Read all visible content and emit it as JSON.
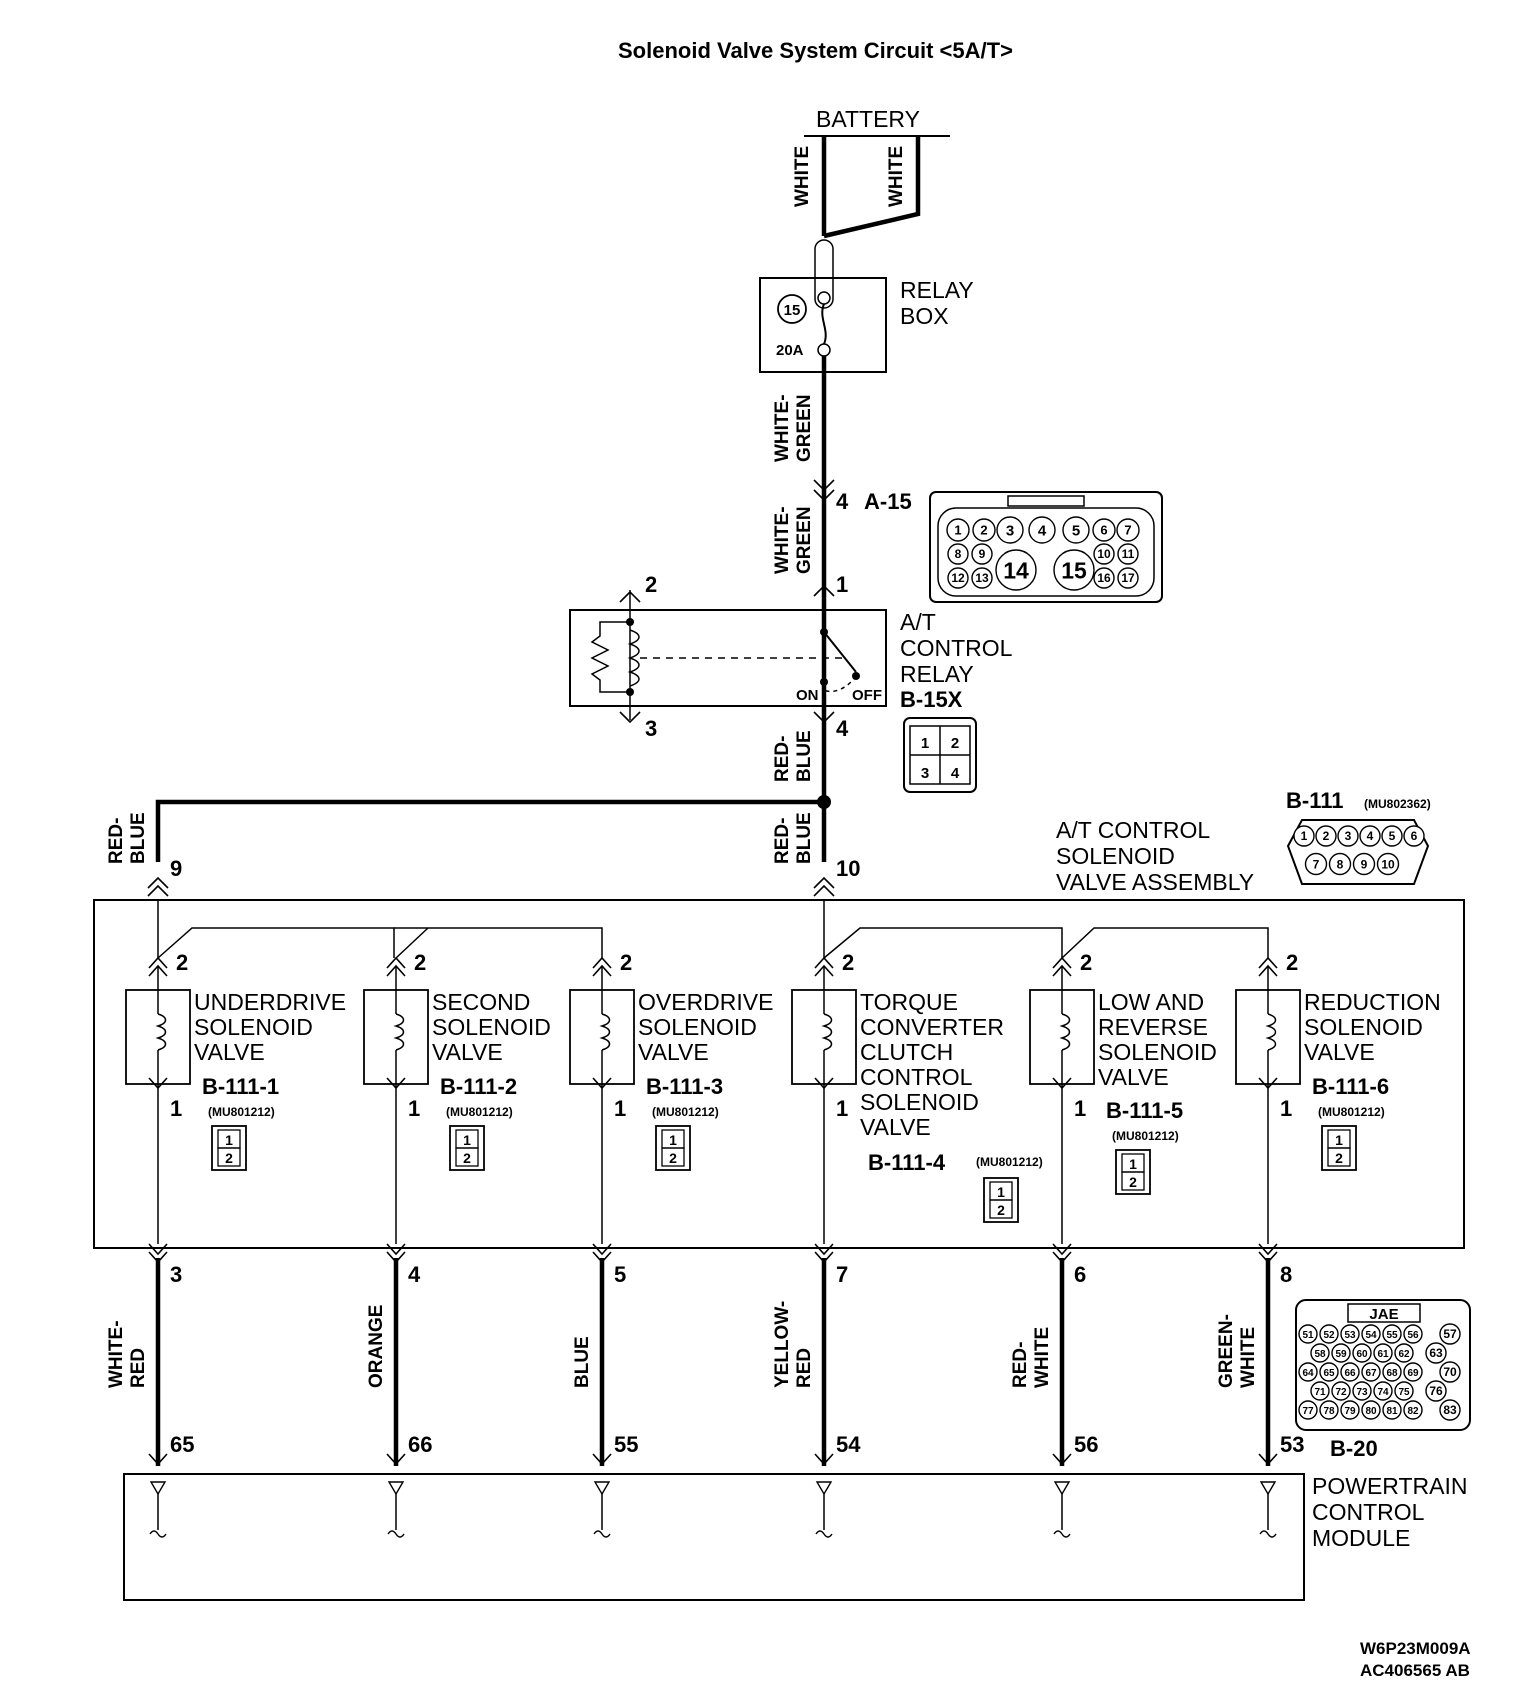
{
  "title": "Solenoid Valve System Circuit  <5A/T>",
  "battery": {
    "label": "BATTERY",
    "wire_left": "WHITE",
    "wire_right": "WHITE"
  },
  "relay_box": {
    "label_line1": "RELAY",
    "label_line2": "BOX",
    "fuse_number": "15",
    "fuse_rating": "20A"
  },
  "wires_top": {
    "upper": [
      "WHITE-",
      "GREEN"
    ],
    "lower": [
      "WHITE-",
      "GREEN"
    ],
    "relay_out": [
      "RED-",
      "BLUE"
    ],
    "left_feed": [
      "RED-",
      "BLUE"
    ],
    "center_feed": [
      "RED-",
      "BLUE"
    ]
  },
  "connector_a15": {
    "pin": "4",
    "name": "A-15",
    "pins": [
      "1",
      "2",
      "3",
      "4",
      "5",
      "6",
      "7",
      "8",
      "9",
      "10",
      "11",
      "12",
      "13",
      "14",
      "15",
      "16",
      "17"
    ]
  },
  "at_relay": {
    "label_line1": "A/T",
    "label_line2": "CONTROL",
    "label_line3": "RELAY",
    "name": "B-15X",
    "pin_top_left": "2",
    "pin_top_right": "1",
    "pin_bottom_left": "3",
    "pin_bottom_right": "4",
    "on": "ON",
    "off": "OFF",
    "connector_pins": [
      "1",
      "2",
      "3",
      "4"
    ]
  },
  "solenoid_assembly": {
    "label_line1": "A/T CONTROL",
    "label_line2": "SOLENOID",
    "label_line3": "VALVE ASSEMBLY",
    "connector": "B-111",
    "part": "(MU802362)",
    "pin_left": "9",
    "pin_center": "10",
    "connector_pins": [
      "1",
      "2",
      "3",
      "4",
      "5",
      "6",
      "7",
      "8",
      "9",
      "10"
    ]
  },
  "solenoids": [
    {
      "lines": [
        "UNDERDRIVE",
        "SOLENOID",
        "VALVE"
      ],
      "connector": "B-111-1",
      "part": "(MU801212)",
      "pin_top": "2",
      "pin_bottom": "1",
      "out_pin": "3",
      "wire": [
        "WHITE-",
        "RED"
      ],
      "pcm_pin": "65"
    },
    {
      "lines": [
        "SECOND",
        "SOLENOID",
        "VALVE"
      ],
      "connector": "B-111-2",
      "part": "(MU801212)",
      "pin_top": "2",
      "pin_bottom": "1",
      "out_pin": "4",
      "wire": [
        "ORANGE"
      ],
      "pcm_pin": "66"
    },
    {
      "lines": [
        "OVERDRIVE",
        "SOLENOID",
        "VALVE"
      ],
      "connector": "B-111-3",
      "part": "(MU801212)",
      "pin_top": "2",
      "pin_bottom": "1",
      "out_pin": "5",
      "wire": [
        "BLUE"
      ],
      "pcm_pin": "55"
    },
    {
      "lines": [
        "TORQUE",
        "CONVERTER",
        "CLUTCH",
        "CONTROL",
        "SOLENOID",
        "VALVE"
      ],
      "connector": "B-111-4",
      "part": "(MU801212)",
      "pin_top": "2",
      "pin_bottom": "1",
      "out_pin": "7",
      "wire": [
        "YELLOW-",
        "RED"
      ],
      "pcm_pin": "54"
    },
    {
      "lines": [
        "LOW AND",
        "REVERSE",
        "SOLENOID",
        "VALVE"
      ],
      "connector": "B-111-5",
      "part": "(MU801212)",
      "pin_top": "2",
      "pin_bottom": "1",
      "out_pin": "6",
      "wire": [
        "RED-",
        "WHITE"
      ],
      "pcm_pin": "56"
    },
    {
      "lines": [
        "REDUCTION",
        "SOLENOID",
        "VALVE"
      ],
      "connector": "B-111-6",
      "part": "(MU801212)",
      "pin_top": "2",
      "pin_bottom": "1",
      "out_pin": "8",
      "wire": [
        "GREEN-",
        "WHITE"
      ],
      "pcm_pin": "53"
    }
  ],
  "mini_connector_pins": [
    "1",
    "2"
  ],
  "pcm": {
    "label_line1": "POWERTRAIN",
    "label_line2": "CONTROL",
    "label_line3": "MODULE",
    "connector": "B-20",
    "connector_brand": "JAE",
    "connector_rows": [
      [
        "51",
        "52",
        "53",
        "54",
        "55",
        "56"
      ],
      [
        "58",
        "59",
        "60",
        "61",
        "62"
      ],
      [
        "64",
        "65",
        "66",
        "67",
        "68",
        "69"
      ],
      [
        "71",
        "72",
        "73",
        "74",
        "75"
      ],
      [
        "77",
        "78",
        "79",
        "80",
        "81",
        "82"
      ]
    ],
    "connector_side": [
      "57",
      "63",
      "70",
      "76",
      "83"
    ]
  },
  "footer": {
    "code1": "W6P23M009A",
    "code2": "AC406565 AB"
  }
}
